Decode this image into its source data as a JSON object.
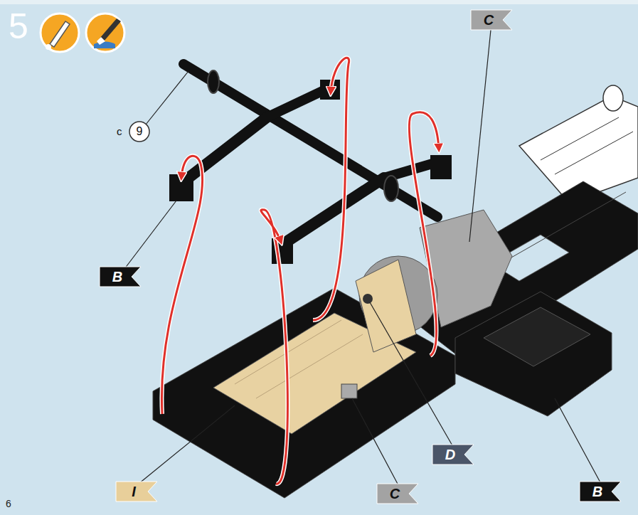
{
  "diagram": {
    "nodes": [
      {
        "text": [
          "C"
        ]
      },
      {
        "text": [
          "9"
        ]
      },
      {
        "text": [
          "B"
        ]
      },
      {
        "text": [
          "D"
        ]
      },
      {
        "text": [
          "I"
        ]
      },
      {
        "text": [
          "C"
        ]
      },
      {
        "text": [
          "B"
        ]
      }
    ],
    "labels": [
      "5",
      "c",
      "6"
    ]
  }
}
